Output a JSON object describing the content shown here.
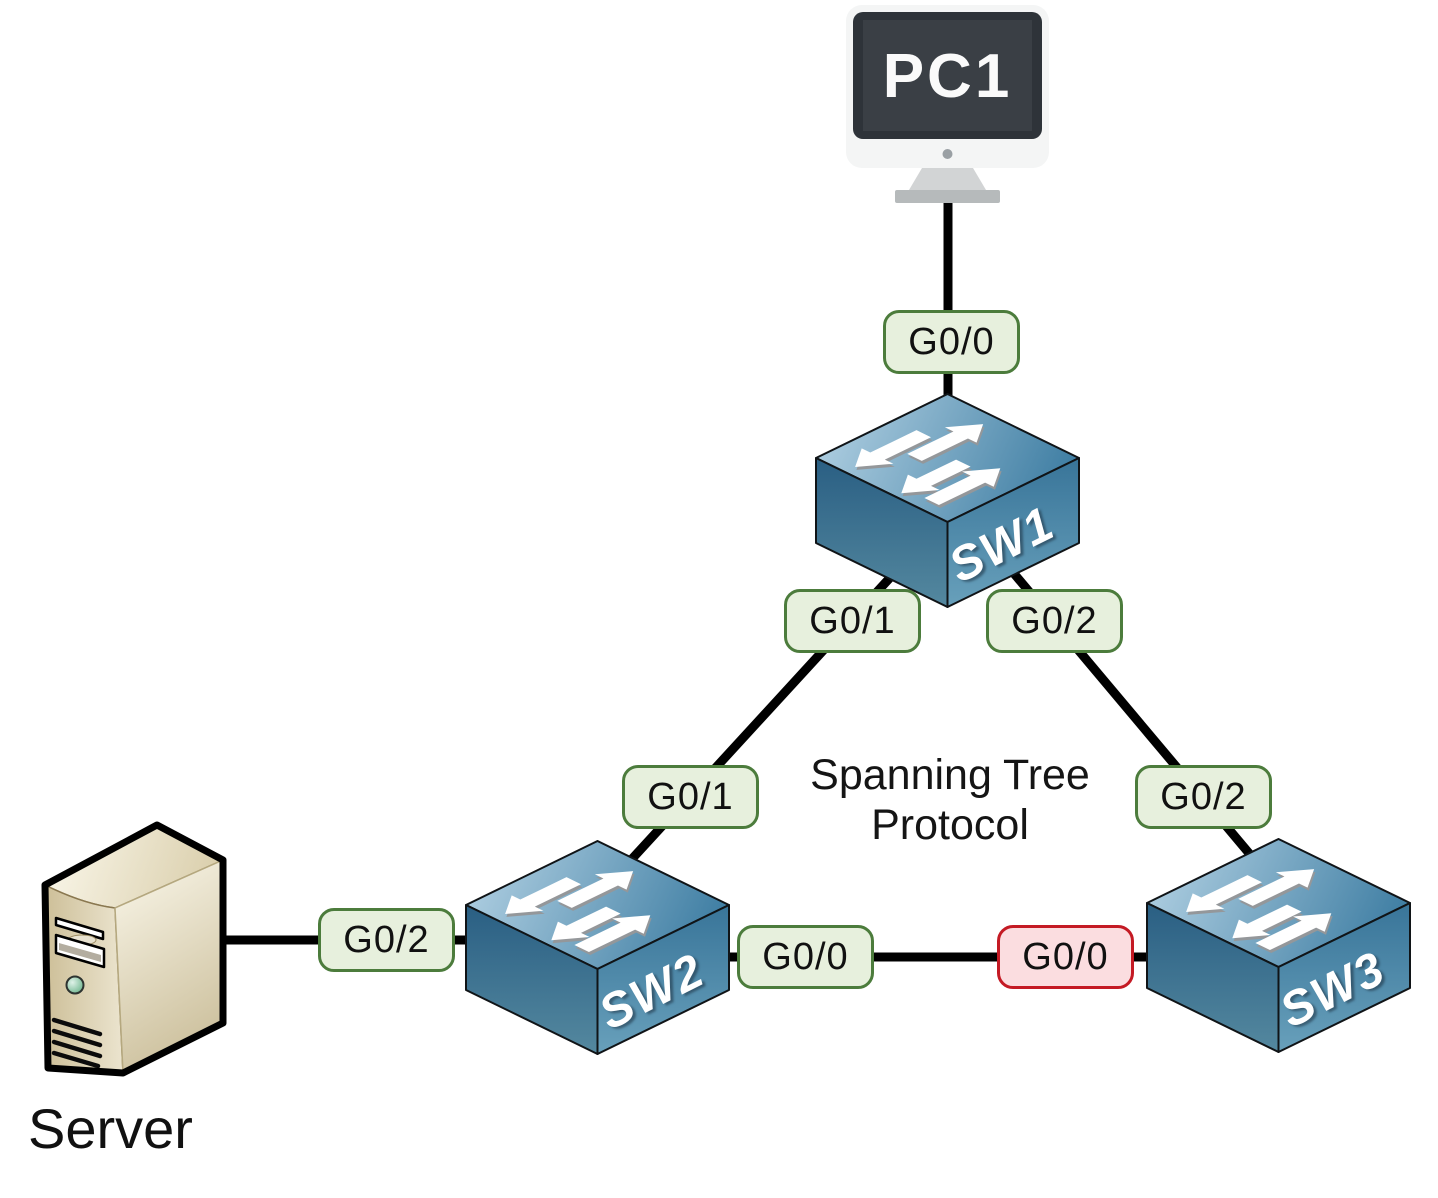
{
  "diagram": {
    "title_line1": "Spanning Tree",
    "title_line2": "Protocol"
  },
  "nodes": {
    "pc1": {
      "label": "PC1",
      "type": "desktop-pc"
    },
    "sw1": {
      "label": "SW1",
      "type": "switch"
    },
    "sw2": {
      "label": "SW2",
      "type": "switch"
    },
    "sw3": {
      "label": "SW3",
      "type": "switch"
    },
    "server": {
      "label": "Server",
      "type": "server-tower"
    }
  },
  "ports": [
    {
      "text": "G0/0",
      "on": "SW1",
      "connects_to": "PC1",
      "state": "normal"
    },
    {
      "text": "G0/1",
      "on": "SW1",
      "connects_to": "SW2",
      "state": "normal"
    },
    {
      "text": "G0/2",
      "on": "SW1",
      "connects_to": "SW3",
      "state": "normal"
    },
    {
      "text": "G0/1",
      "on": "SW2",
      "connects_to": "SW1",
      "state": "normal"
    },
    {
      "text": "G0/2",
      "on": "SW3",
      "connects_to": "SW1",
      "state": "normal"
    },
    {
      "text": "G0/2",
      "on": "SW2",
      "connects_to": "Server",
      "state": "normal"
    },
    {
      "text": "G0/0",
      "on": "SW2",
      "connects_to": "SW3",
      "state": "normal"
    },
    {
      "text": "G0/0",
      "on": "SW3",
      "connects_to": "SW2",
      "state": "blocked"
    }
  ],
  "colors": {
    "port_normal_fill": "#e7f0dd",
    "port_normal_border": "#4c7c3c",
    "port_blocked_fill": "#fbdde0",
    "port_blocked_border": "#c41a24",
    "cable": "#000000",
    "switch_blue": "#417da0",
    "server_beige": "#e0d5b4"
  }
}
